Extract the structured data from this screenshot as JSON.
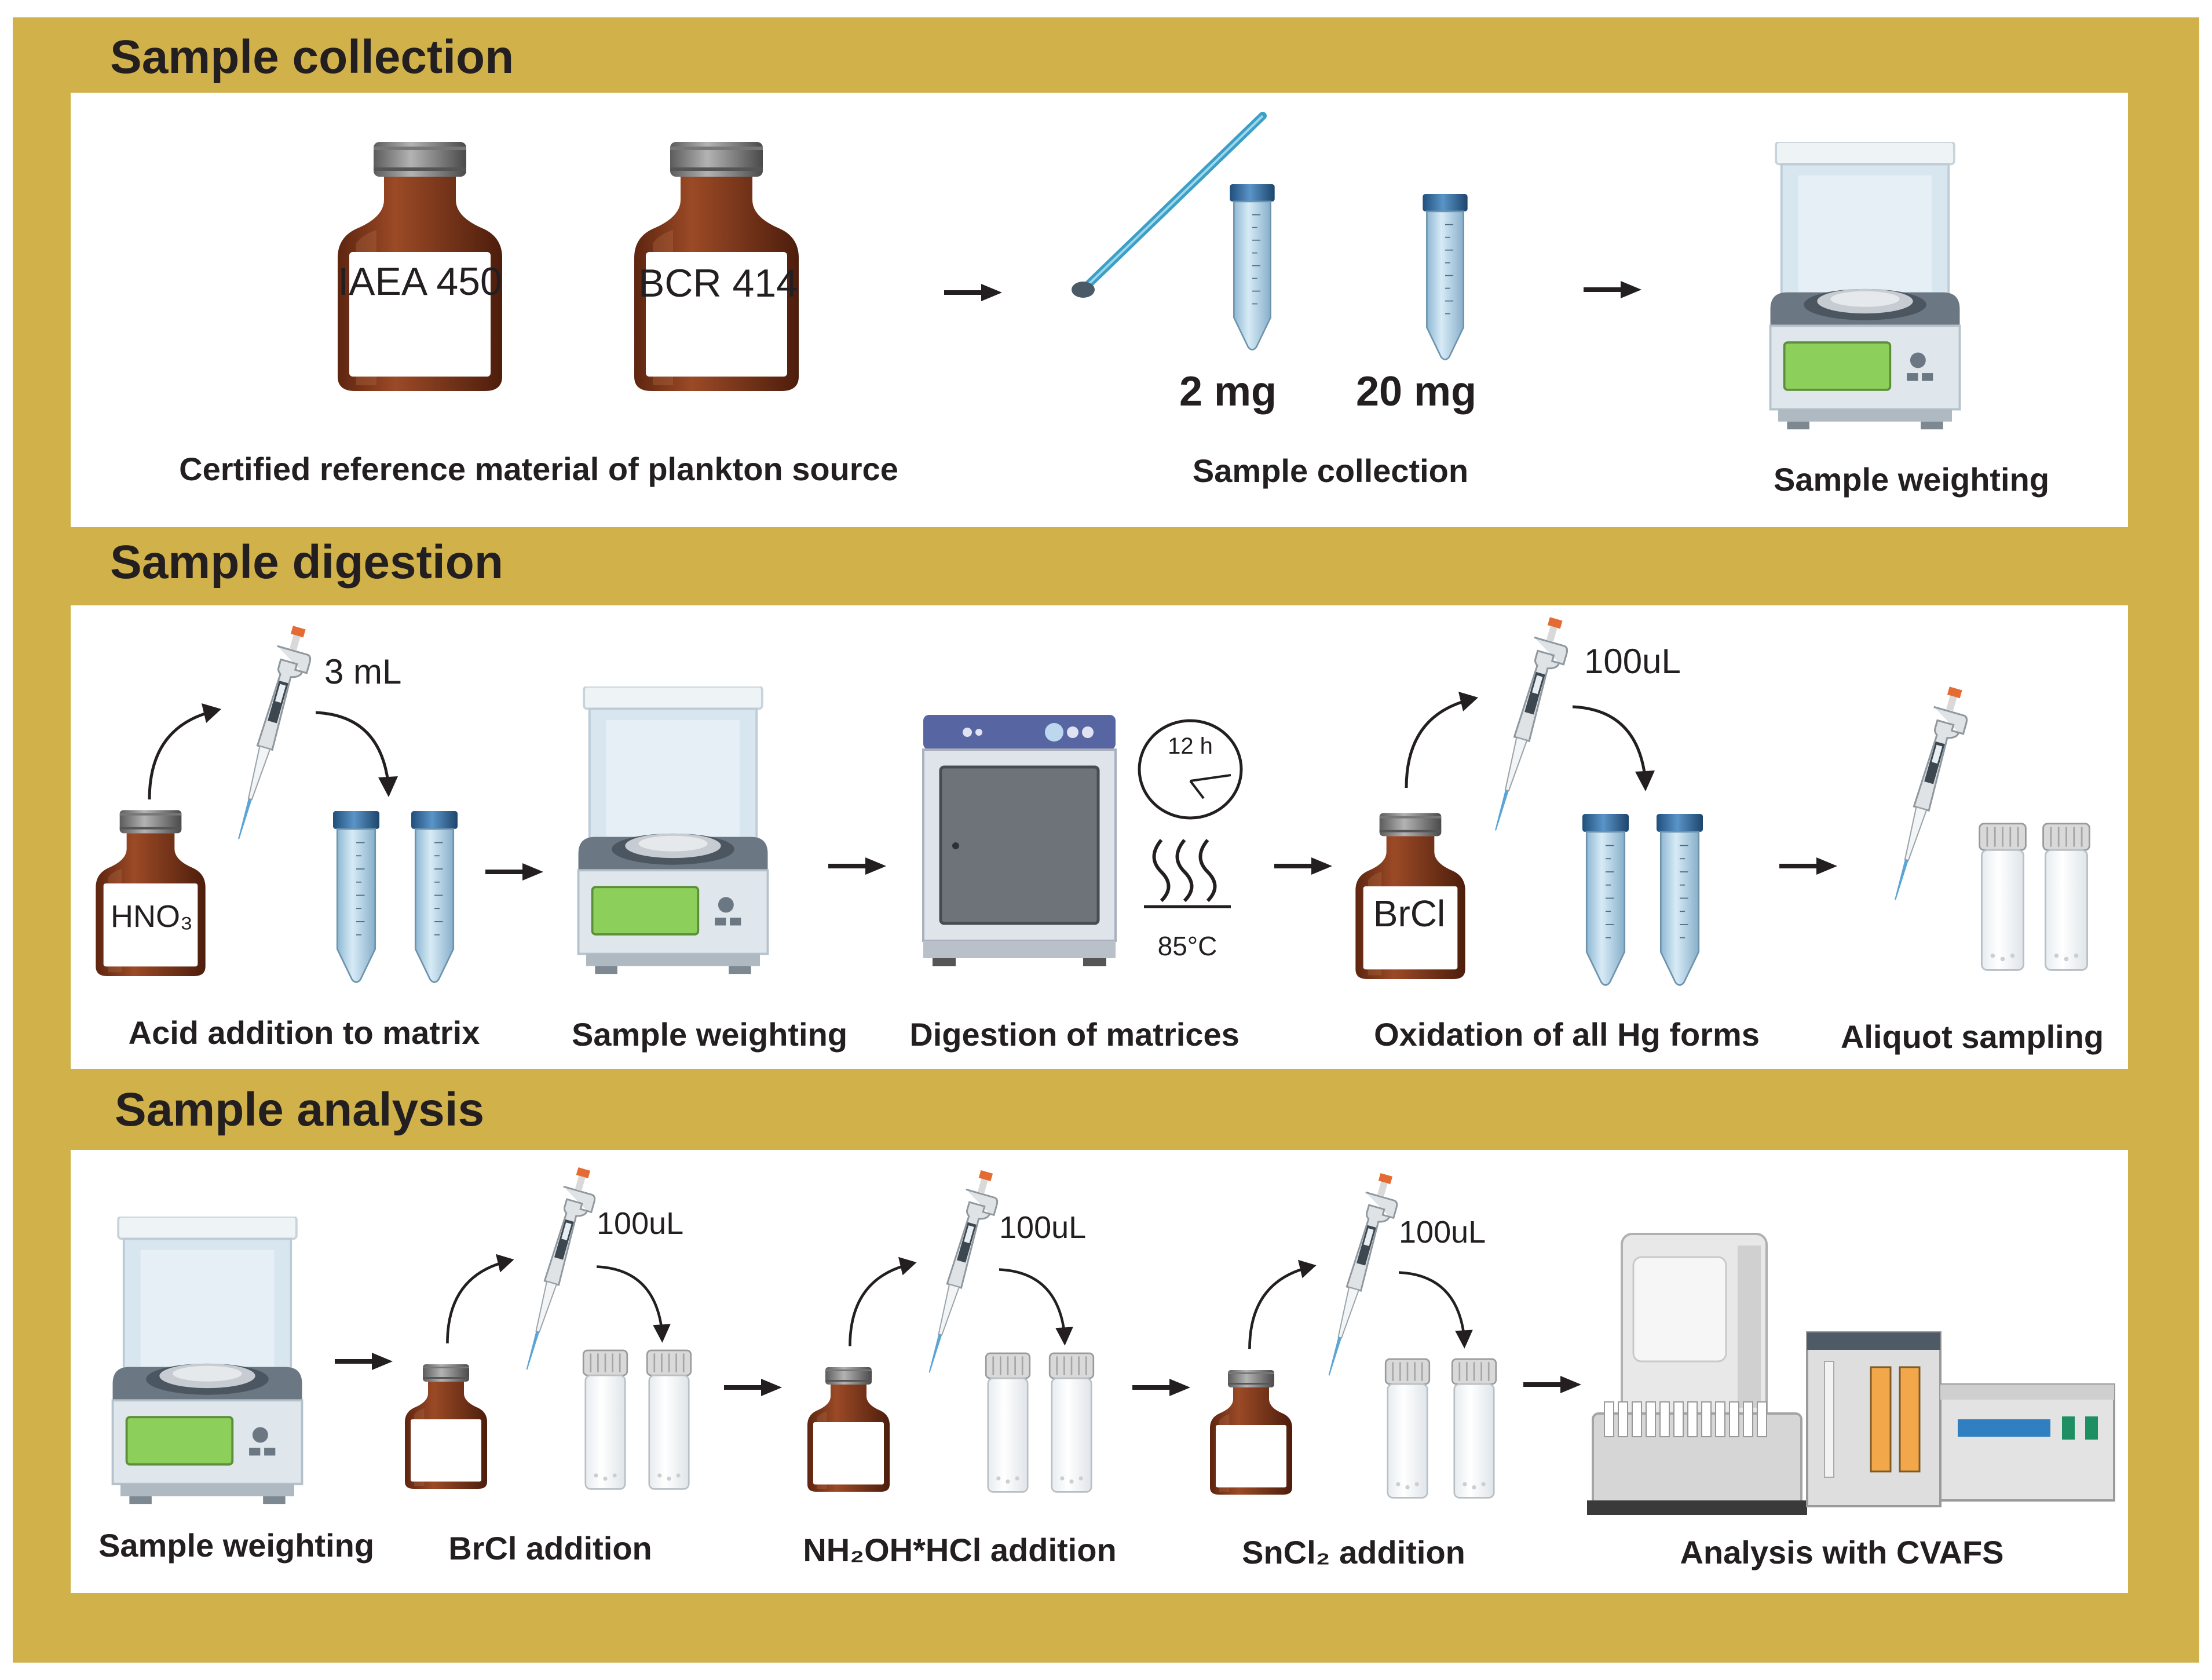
{
  "sections": [
    {
      "title": "Sample collection"
    },
    {
      "title": "Sample digestion"
    },
    {
      "title": "Sample analysis"
    }
  ],
  "collection": {
    "crm1": "IAEA 450",
    "crm2": "BCR 414",
    "mass1": "2 mg",
    "mass2": "20 mg",
    "label_crm": "Certified reference material of plankton source",
    "label_collection": "Sample collection",
    "label_weighting": "Sample weighting"
  },
  "digestion": {
    "acid": "HNO₃",
    "acid_volume": "3 mL",
    "timer": "12 h",
    "temperature": "85°C",
    "oxidant": "BrCl",
    "oxidant_volume": "100uL",
    "labels": [
      "Acid addition to matrix",
      "Sample weighting",
      "Digestion of matrices",
      "Oxidation of all Hg forms",
      "Aliquot sampling"
    ]
  },
  "analysis": {
    "volumes": [
      "100uL",
      "100uL",
      "100uL"
    ],
    "labels": [
      "Sample weighting",
      "BrCl addition",
      "NH₂OH*HCl addition",
      "SnCl₂ addition",
      "Analysis with CVAFS"
    ]
  },
  "colors": {
    "frame": "#d1b14a",
    "jar_glass": "#8a3a1c",
    "tube_liquid": "#b9d7e9",
    "tube_cap": "#2f6fa8",
    "balance_display": "#8ccf5a",
    "text": "#231f20"
  }
}
